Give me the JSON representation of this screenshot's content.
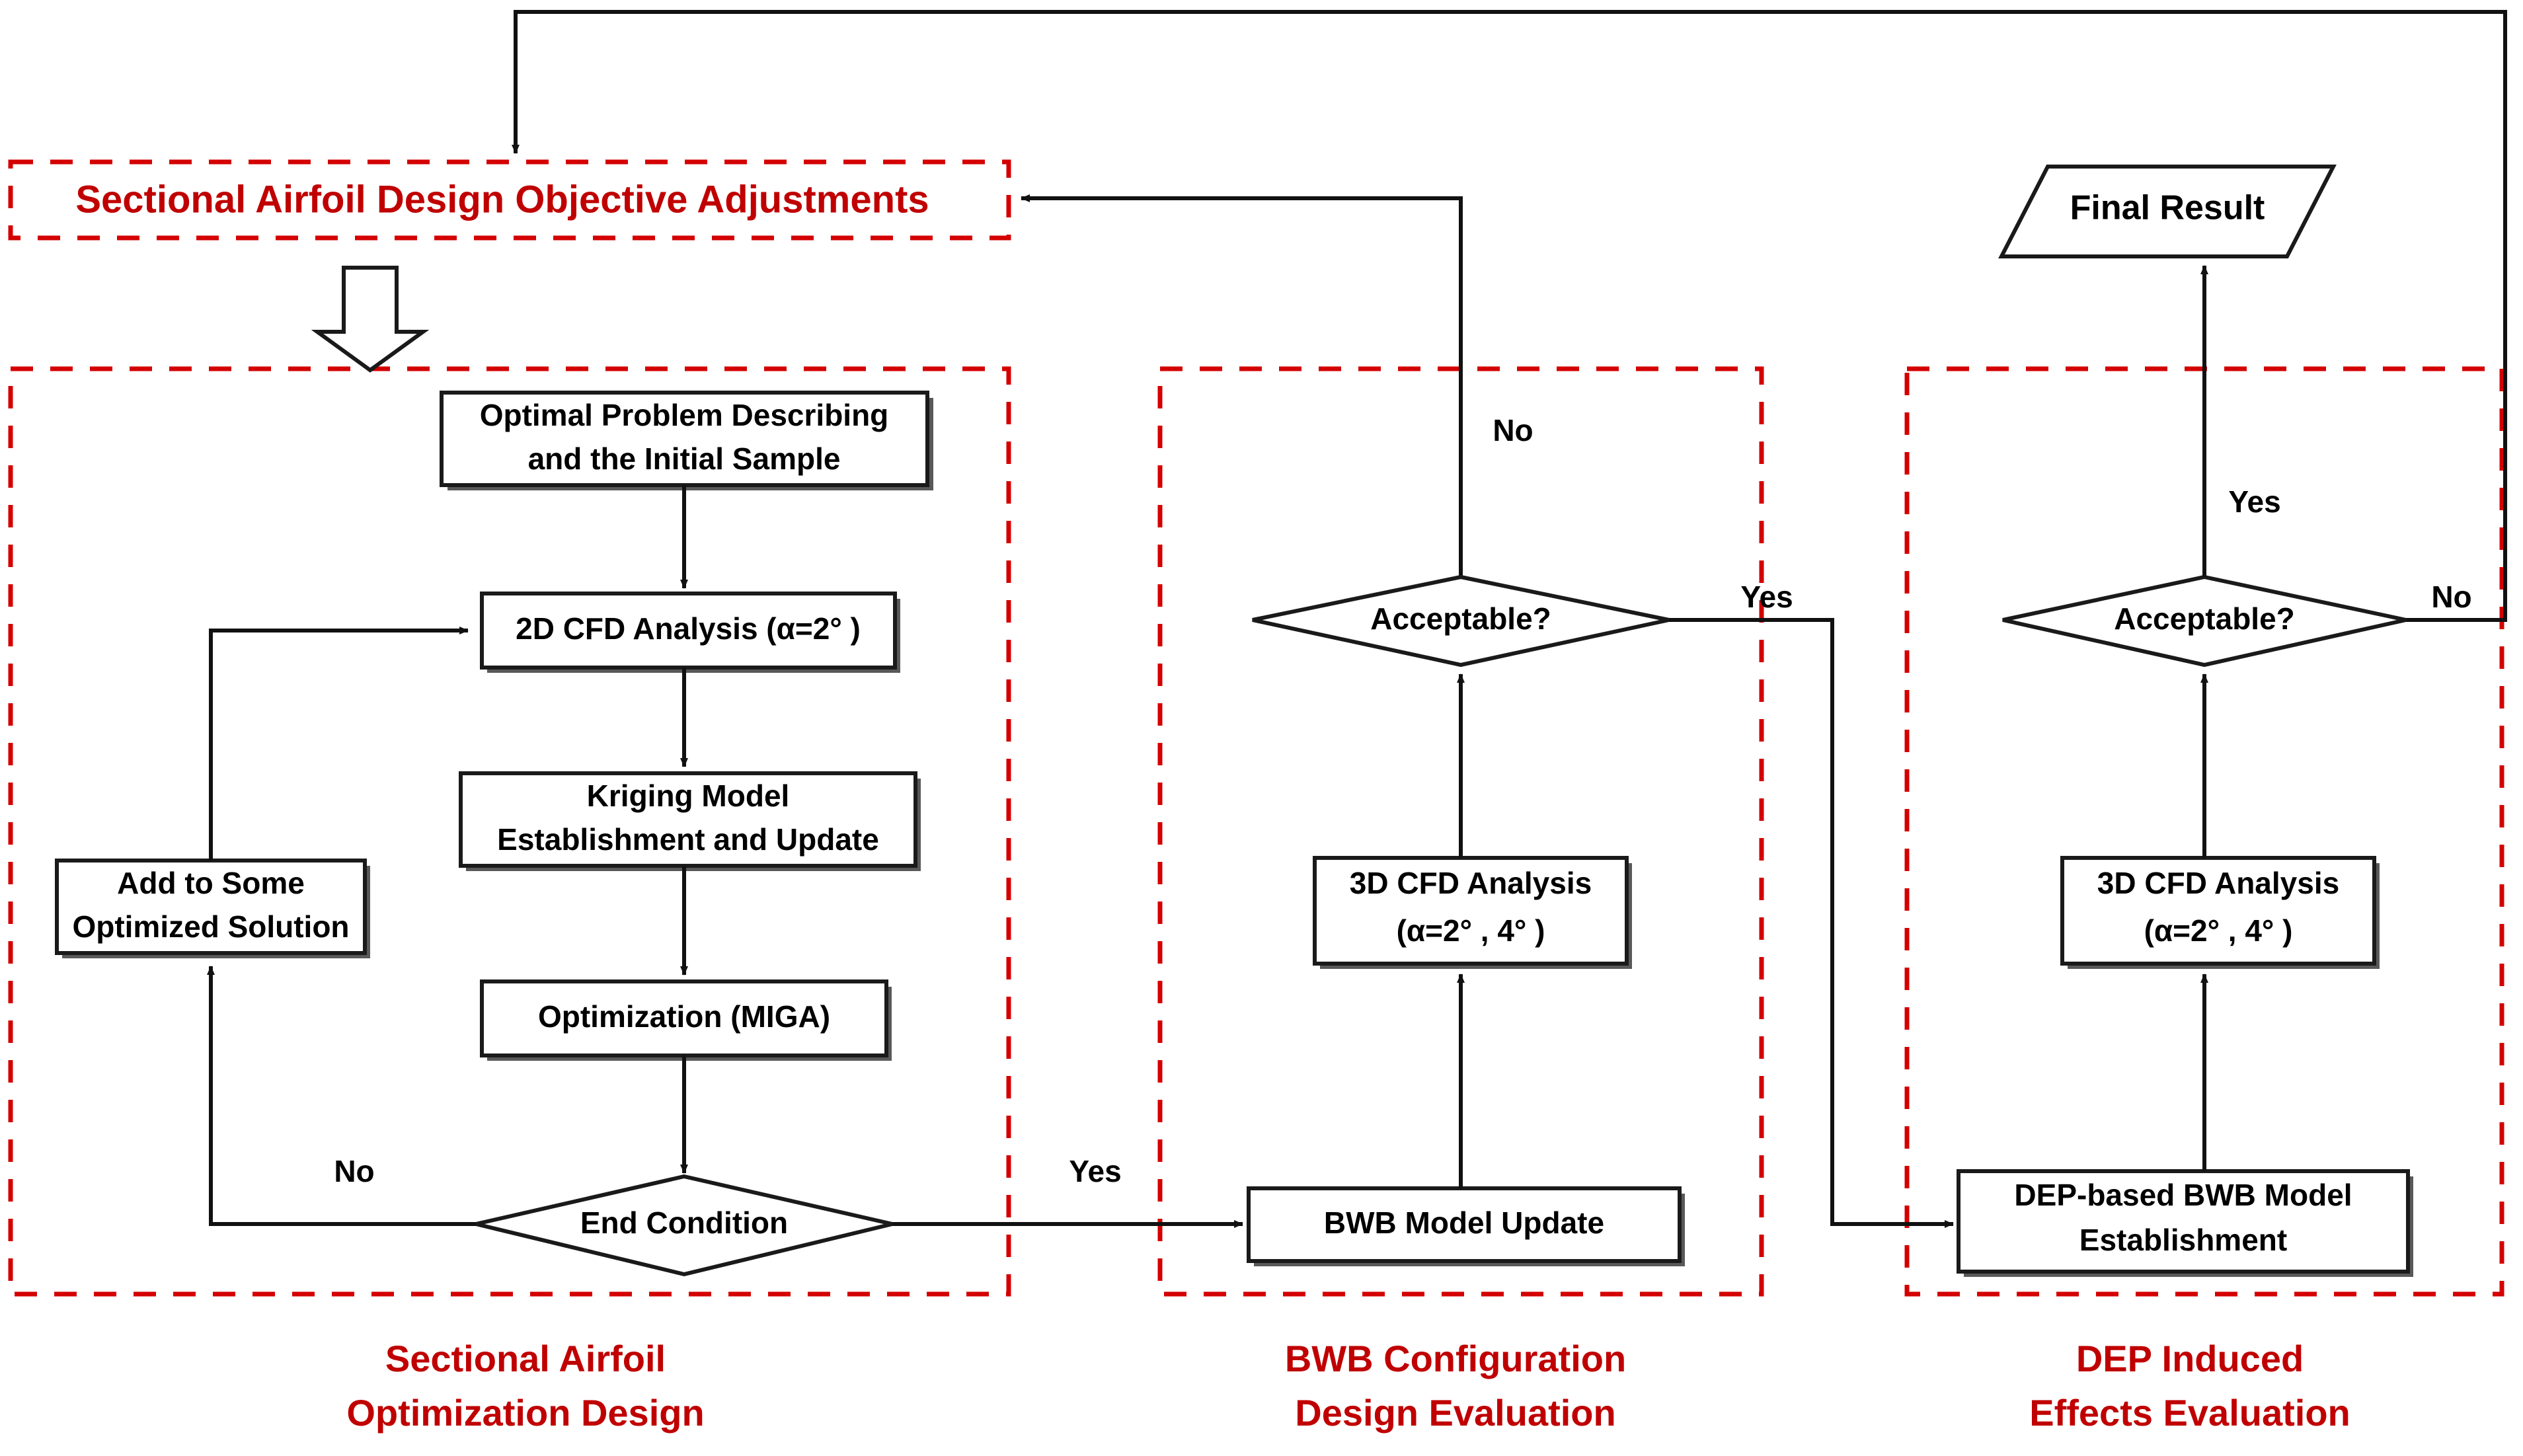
{
  "diagram": {
    "title": "BWB DEP Aerodynamic Design Optimization Framework",
    "accent_red": "#C00000",
    "panel_red": "#D40000",
    "line_black": "#111111"
  },
  "adjustment_block": {
    "label": "Sectional Airfoil Design Objective Adjustments"
  },
  "terminal": {
    "final_result": "Final Result"
  },
  "panels": [
    {
      "id": "panel-sectional",
      "caption_line1": "Sectional Airfoil",
      "caption_line2": "Optimization Design"
    },
    {
      "id": "panel-bwb",
      "caption_line1": "BWB Configuration",
      "caption_line2": "Design Evaluation"
    },
    {
      "id": "panel-dep",
      "caption_line1": "DEP Induced",
      "caption_line2": "Effects Evaluation"
    }
  ],
  "nodes": {
    "optimal_problem_l1": "Optimal Problem Describing",
    "optimal_problem_l2": "and the Initial Sample",
    "cfd2d": "2D CFD Analysis (α=2°  )",
    "kriging_l1": "Kriging Model",
    "kriging_l2": "Establishment and Update",
    "optimization": "Optimization (MIGA)",
    "add_solution_l1": "Add to Some",
    "add_solution_l2": "Optimized Solution",
    "end_condition": "End Condition",
    "acceptable_bwb": "Acceptable?",
    "cfd3d_bwb_l1": "3D CFD Analysis",
    "cfd3d_bwb_l2": "(α=2°  , 4°  )",
    "bwb_model_update": "BWB Model Update",
    "acceptable_dep": "Acceptable?",
    "cfd3d_dep_l1": "3D CFD Analysis",
    "cfd3d_dep_l2": "(α=2°  , 4°  )",
    "dep_model_l1": "DEP-based BWB Model",
    "dep_model_l2": "Establishment"
  },
  "edge_labels": {
    "end_condition_no": "No",
    "end_condition_yes": "Yes",
    "acceptable_bwb_no": "No",
    "acceptable_bwb_yes": "Yes",
    "acceptable_dep_yes": "Yes",
    "acceptable_dep_no": "No"
  }
}
